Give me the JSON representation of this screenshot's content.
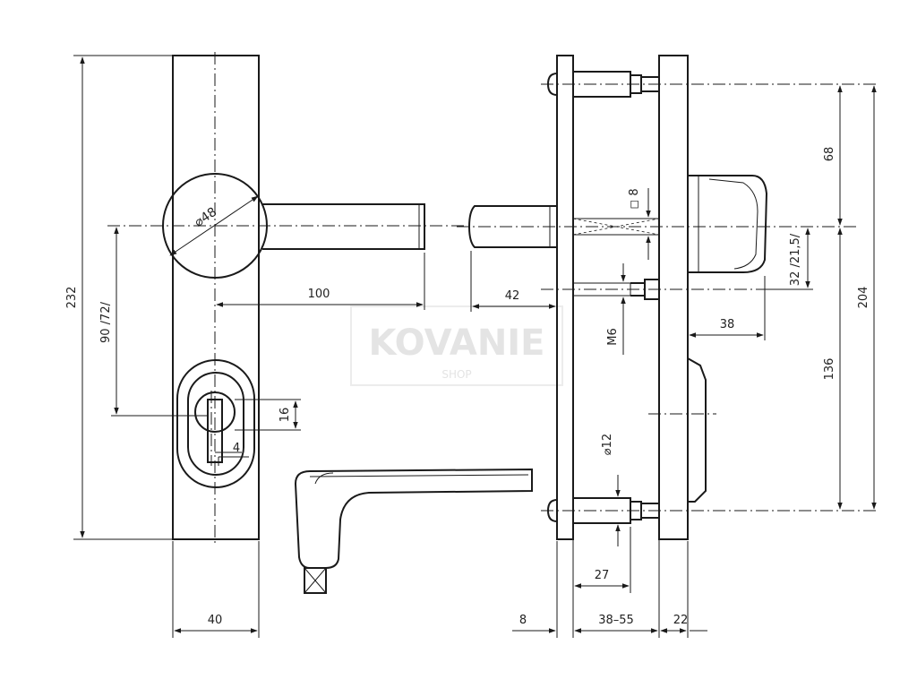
{
  "watermark": {
    "brand": "KOVANIE",
    "sub": "SHOP"
  },
  "dimensions": {
    "plate_height": "232",
    "handle_diameter": "⌀48",
    "lever_length": "100",
    "center_distance": "90 /72/",
    "key_height": "16",
    "key_width": "4",
    "plate_width": "40",
    "inner_lever_length": "42",
    "spindle_square": "◻ 8",
    "spindle_offset": "32 /21,5/",
    "screw_thread": "M6",
    "cap_depth": "38",
    "pin_diameter": "⌀12",
    "pin_length": "27",
    "upper_spacing": "68",
    "lower_spacing": "136",
    "total_spacing": "204",
    "inner_plate_thickness": "8",
    "door_thickness": "38–55",
    "outer_plate_thickness": "22"
  }
}
